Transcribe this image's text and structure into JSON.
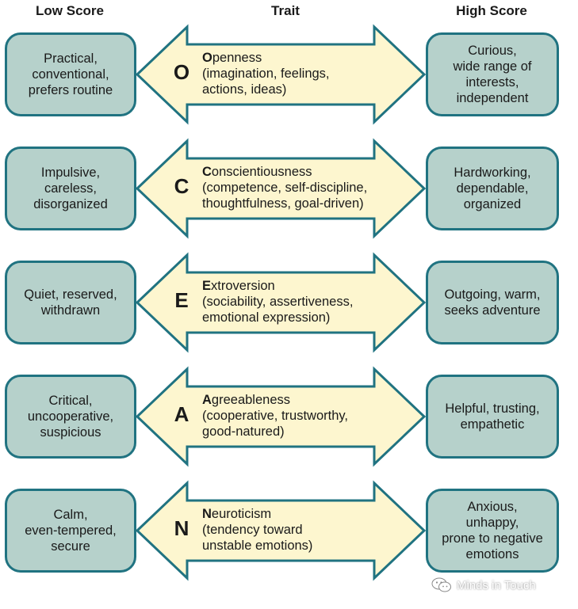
{
  "headers": {
    "low": "Low Score",
    "trait": "Trait",
    "high": "High Score"
  },
  "traits": [
    {
      "letter": "O",
      "initial": "O",
      "rest": "penness",
      "desc": "(imagination, feelings,\nactions, ideas)",
      "low": "Practical,\nconventional,\nprefers routine",
      "high": "Curious,\nwide range of\ninterests,\nindependent"
    },
    {
      "letter": "C",
      "initial": "C",
      "rest": "onscientiousness",
      "desc": "(competence, self-discipline,\nthoughtfulness, goal-driven)",
      "low": "Impulsive,\ncareless,\ndisorganized",
      "high": "Hardworking,\ndependable,\norganized"
    },
    {
      "letter": "E",
      "initial": "E",
      "rest": "xtroversion",
      "desc": "(sociability, assertiveness,\nemotional expression)",
      "low": "Quiet, reserved,\nwithdrawn",
      "high": "Outgoing, warm,\nseeks adventure"
    },
    {
      "letter": "A",
      "initial": "A",
      "rest": "greeableness",
      "desc": "(cooperative, trustworthy,\ngood-natured)",
      "low": "Critical,\nuncooperative,\nsuspicious",
      "high": "Helpful, trusting,\nempathetic"
    },
    {
      "letter": "N",
      "initial": "N",
      "rest": "euroticism",
      "desc": "(tendency toward\nunstable emotions)",
      "low": "Calm,\neven-tempered,\nsecure",
      "high": "Anxious,\nunhappy,\nprone to negative\nemotions"
    }
  ],
  "watermark": {
    "text": "Minds in Touch",
    "icon": "wechat-icon"
  },
  "colors": {
    "box_fill": "#b6d1cb",
    "box_border": "#207381",
    "arrow_fill": "#fdf6cf",
    "arrow_border": "#207381"
  }
}
